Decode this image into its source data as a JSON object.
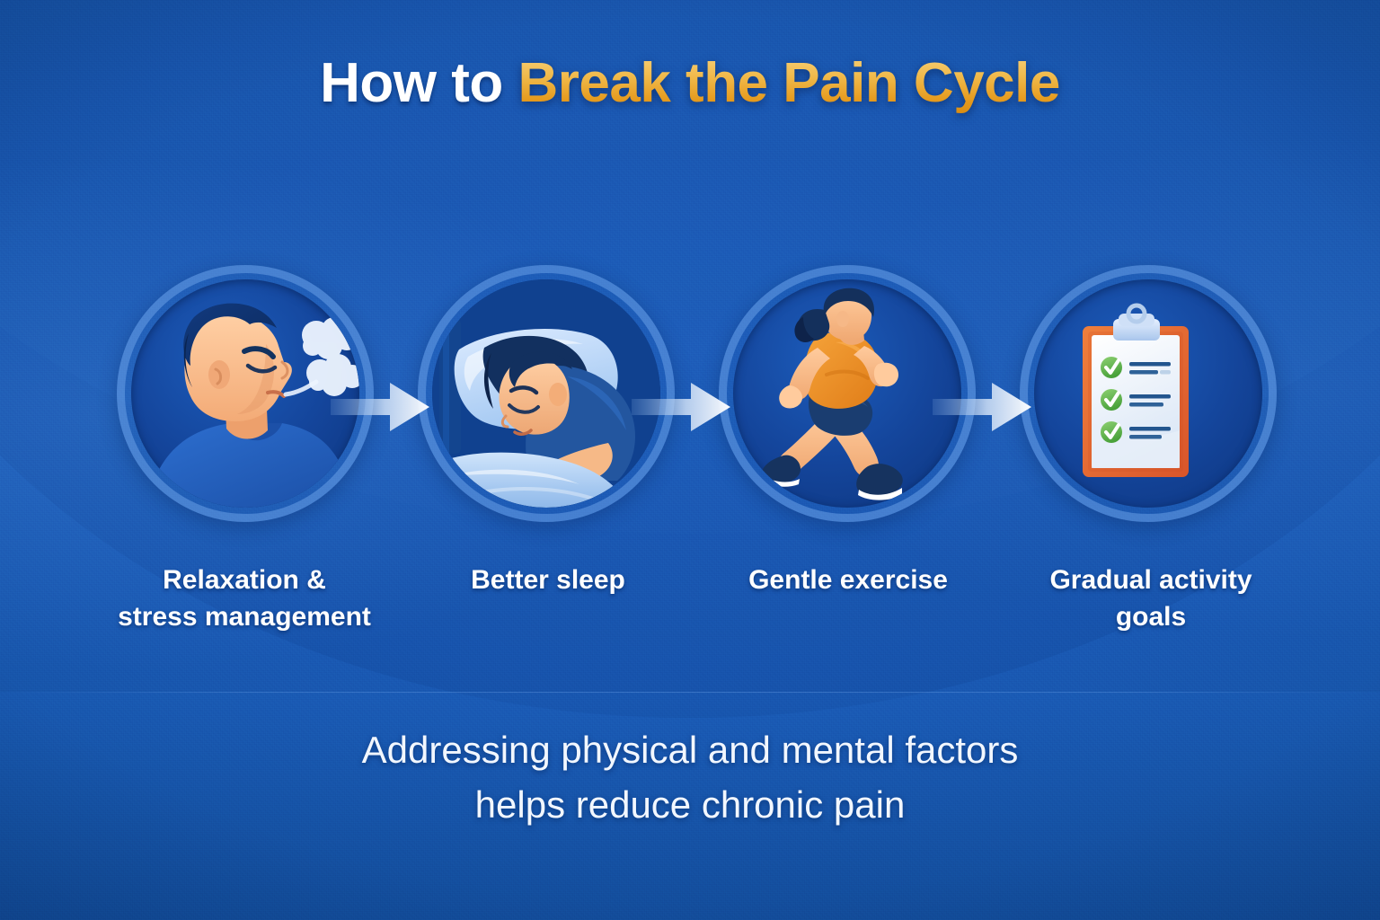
{
  "meta": {
    "kind": "infographic",
    "background_color": "#1a59b4",
    "accent_gold": "#e59a1d",
    "text_color": "#ffffff"
  },
  "title": {
    "part_white": "How to ",
    "part_gold": "Break the Pain Cycle"
  },
  "steps": [
    {
      "index": 1,
      "icon": "breathing-man-icon",
      "label_lines": [
        "Relaxation &",
        "stress management"
      ]
    },
    {
      "index": 2,
      "icon": "sleeping-woman-icon",
      "label_lines": [
        "Better sleep"
      ]
    },
    {
      "index": 3,
      "icon": "running-woman-icon",
      "label_lines": [
        "Gentle exercise"
      ]
    },
    {
      "index": 4,
      "icon": "checklist-clipboard-icon",
      "label_lines": [
        "Gradual activity",
        "goals"
      ]
    }
  ],
  "arrows": [
    {
      "index": 1,
      "icon": "arrow-right-icon"
    },
    {
      "index": 2,
      "icon": "arrow-right-icon"
    },
    {
      "index": 3,
      "icon": "arrow-right-icon"
    }
  ],
  "caption": {
    "line1": "Addressing physical and mental factors",
    "line2": "helps reduce chronic pain"
  }
}
